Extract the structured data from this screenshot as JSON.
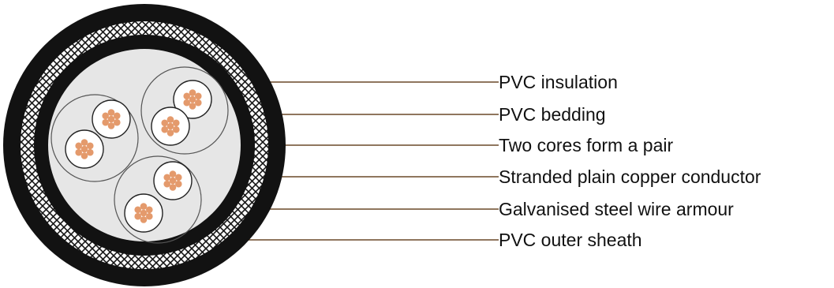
{
  "colors": {
    "outer_sheath": "#121212",
    "armour_background": "#ffffff",
    "armour_pattern": "#161616",
    "bedding": "#121212",
    "filler": "#e6e6e6",
    "pair_outline": "#555555",
    "insulation": "#ffffff",
    "conductor_strand": "#e49a6c",
    "leader_line": "#6a4828"
  },
  "labels": [
    {
      "id": "pvc-insulation",
      "text": "PVC insulation"
    },
    {
      "id": "pvc-bedding",
      "text": "PVC bedding"
    },
    {
      "id": "two-cores-pair",
      "text": "Two cores form a pair"
    },
    {
      "id": "stranded-conductor",
      "text": "Stranded plain copper conductor"
    },
    {
      "id": "steel-wire-armour",
      "text": "Galvanised steel wire armour"
    },
    {
      "id": "pvc-outer-sheath",
      "text": "PVC outer sheath"
    }
  ]
}
